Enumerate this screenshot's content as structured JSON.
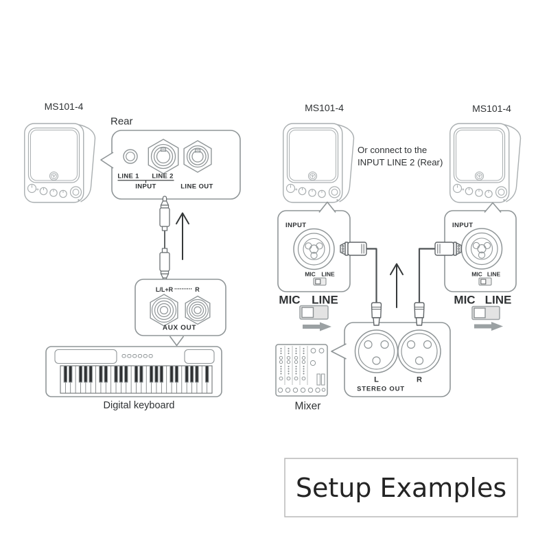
{
  "colors": {
    "background": "#ffffff",
    "line_art": "#8f9597",
    "speaker_line": "#a9aeb0",
    "text": "#2e3133",
    "cable": "#4e5254",
    "connector": "#606568",
    "arrow": "#353839",
    "gray_arrow": "#9ba1a3",
    "switch_fill": "#e3e3e3",
    "box_border": "#b9b9b9",
    "title_text": "#242424"
  },
  "left_setup": {
    "speaker_label": "MS101-4",
    "rear_label": "Rear",
    "rear_panel": {
      "line1_label": "LINE 1",
      "line2_label": "LINE 2",
      "input_label": "INPUT",
      "line_out_label": "LINE OUT"
    },
    "aux_panel": {
      "left_jack_label": "L/L+R",
      "separator_dots": "··········",
      "right_jack_label": "R",
      "label": "AUX OUT"
    },
    "keyboard_label": "Digital keyboard"
  },
  "right_setup": {
    "left_speaker_label": "MS101-4",
    "right_speaker_label": "MS101-4",
    "note": {
      "line1": "Or connect to the",
      "line2": "INPUT LINE 2 (Rear)"
    },
    "left_input_panel": {
      "input_label": "INPUT",
      "mic_label": "MIC",
      "line_label": "LINE"
    },
    "right_input_panel": {
      "input_label": "INPUT",
      "mic_label": "MIC",
      "line_label": "LINE"
    },
    "left_switch": {
      "mic_label": "MIC",
      "line_label": "LINE"
    },
    "right_switch": {
      "mic_label": "MIC",
      "line_label": "LINE"
    },
    "mixer_label": "Mixer",
    "stereo_out_panel": {
      "left_jack_label": "L",
      "right_jack_label": "R",
      "label": "STEREO OUT"
    }
  },
  "footer": {
    "title": "Setup Examples"
  }
}
